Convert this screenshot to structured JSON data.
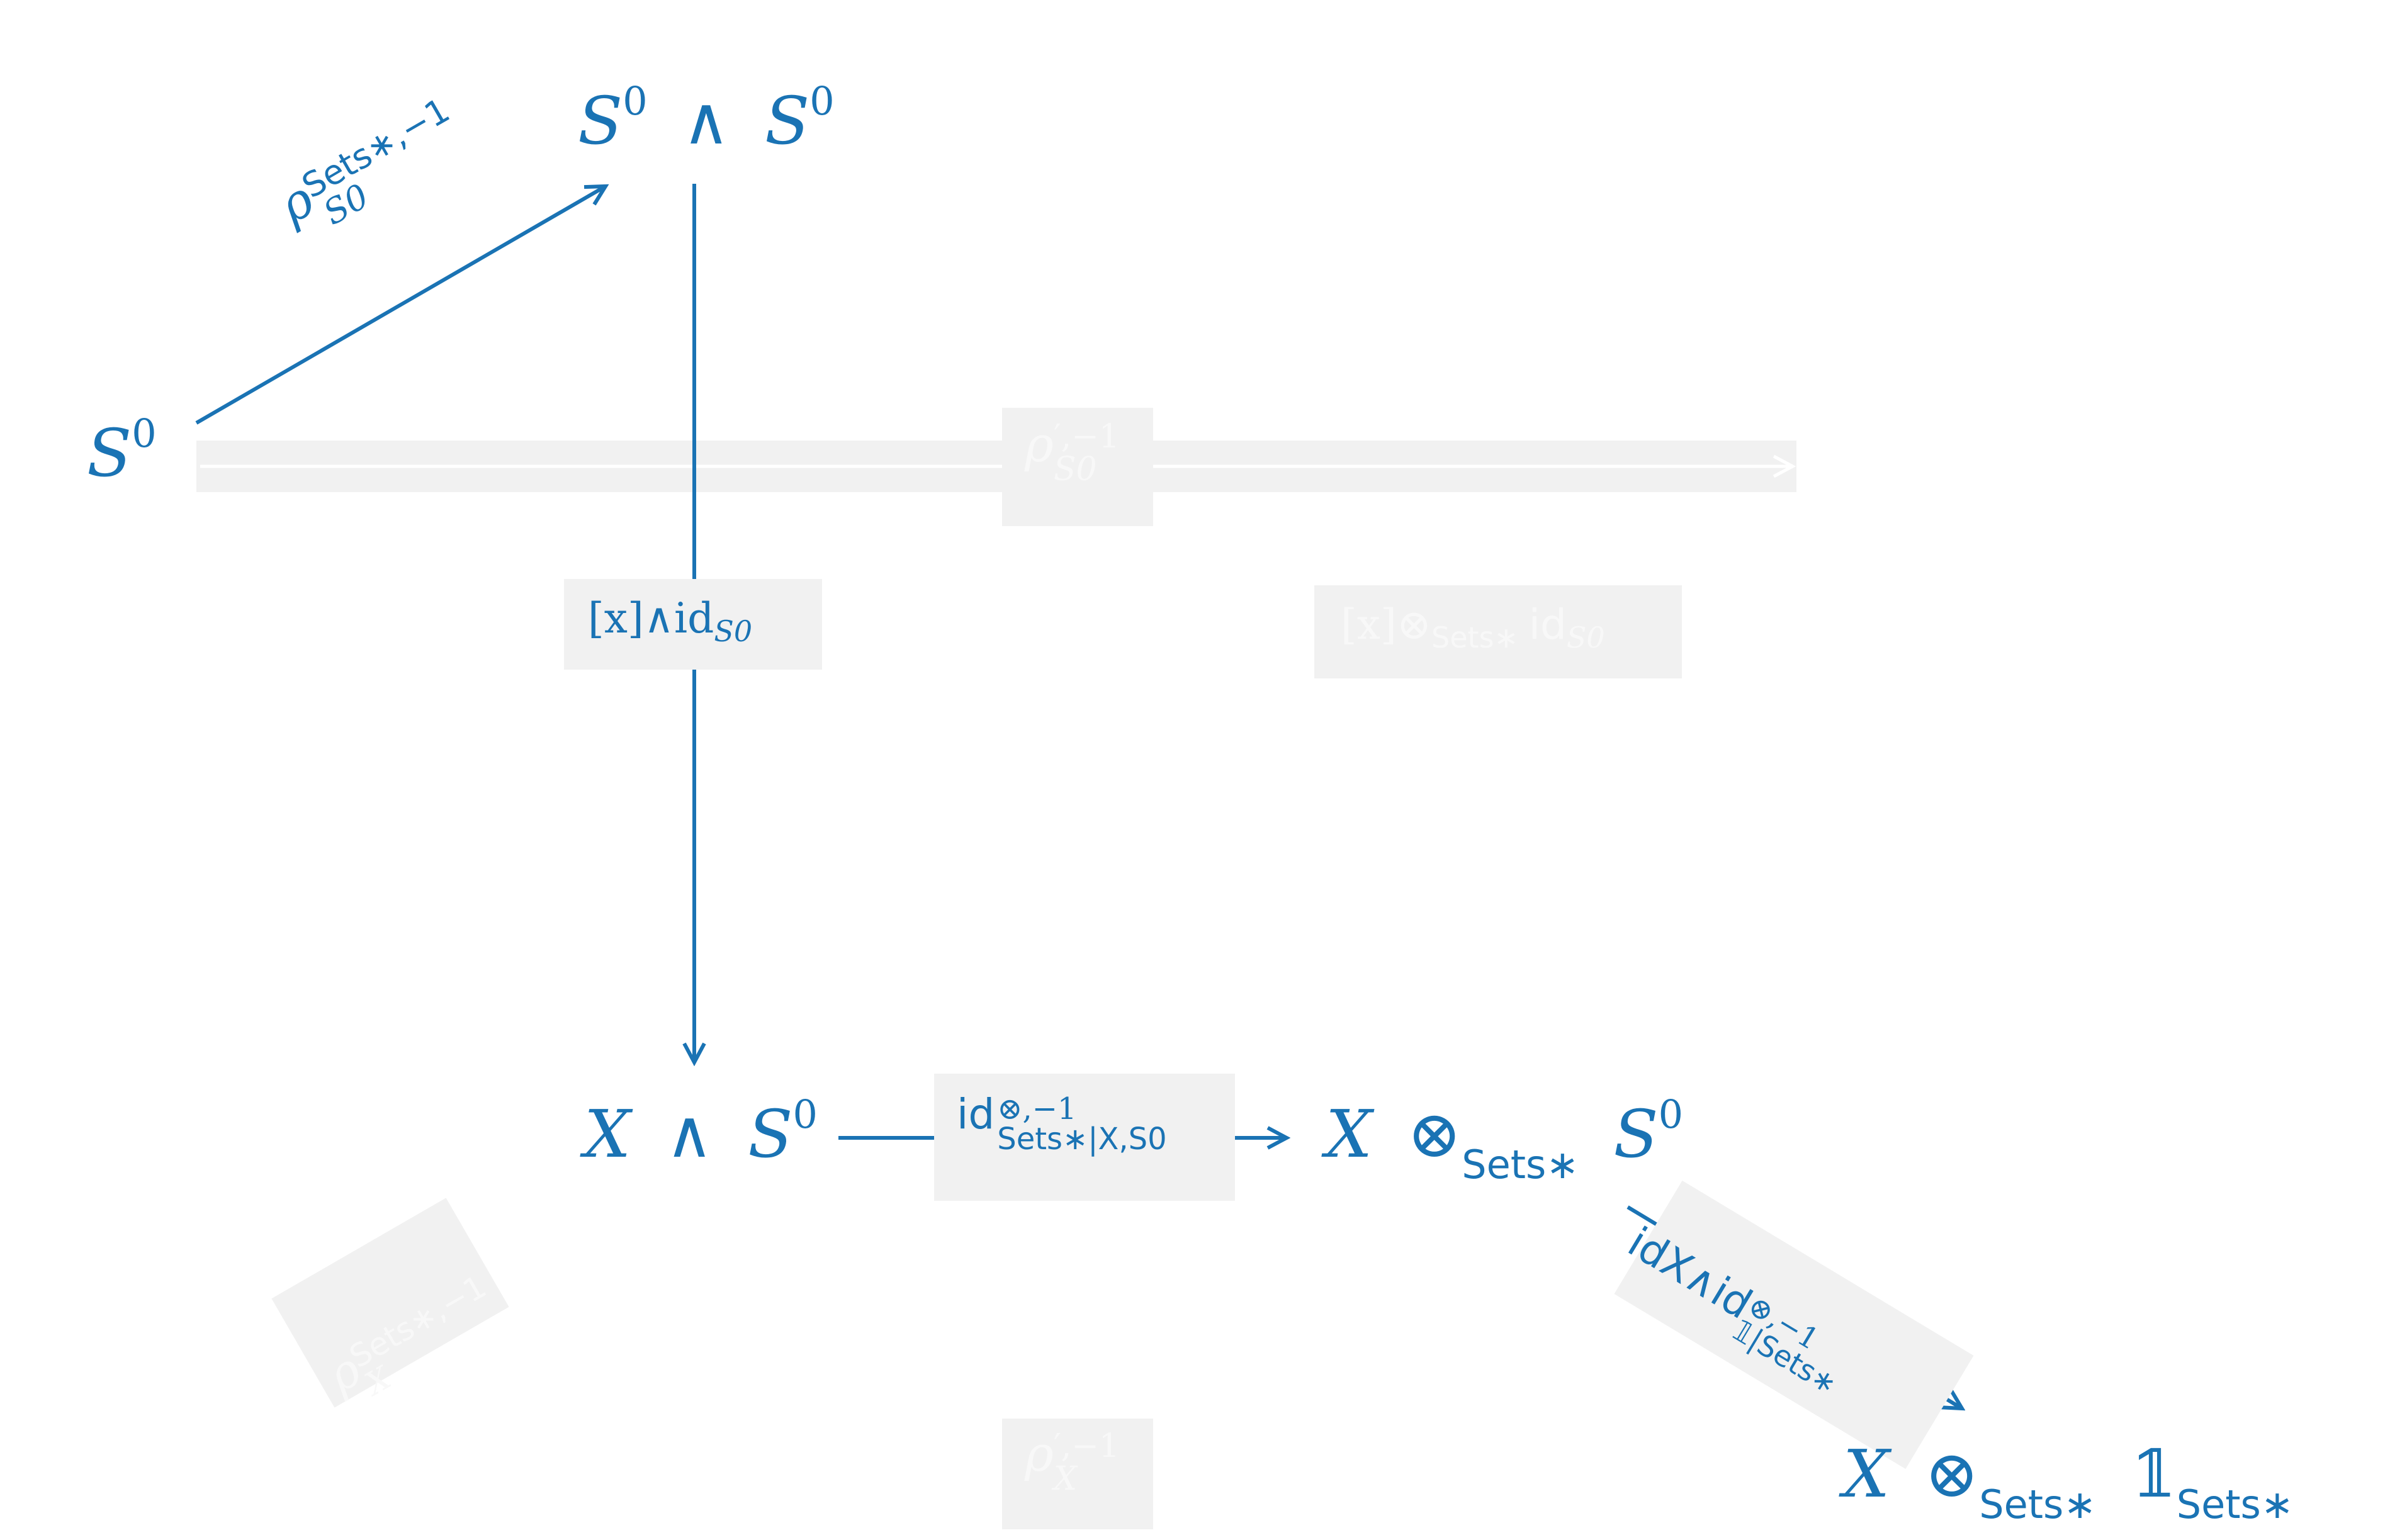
{
  "colors": {
    "accent": "#1a73b4",
    "faded_box": "#f1f1f1",
    "faded_text": "#f8f8f8"
  },
  "nodes": {
    "s0_left": {
      "base": "S",
      "sup": "0"
    },
    "s0_smash_s0": {
      "left": "S",
      "left_sup": "0",
      "op": "∧",
      "right": "S",
      "right_sup": "0"
    },
    "x_smash_s0": {
      "left": "X",
      "op": "∧",
      "right": "S",
      "right_sup": "0"
    },
    "x_tensor_s0": {
      "left": "X",
      "op": "⊗",
      "op_sub": "Sets∗",
      "right": "S",
      "right_sup": "0"
    },
    "x_tensor_unit": {
      "left": "X",
      "op": "⊗",
      "op_sub": "Sets∗",
      "right": "𝟙",
      "right_sub": "Sets∗"
    }
  },
  "arrows": {
    "rho_sets_s0": {
      "symbol": "ρ",
      "sub": "S0",
      "sup": "Sets∗,−1"
    },
    "rho_prime_s0": {
      "symbol": "ρ",
      "sub": "S0",
      "sup": "′,−1"
    },
    "x_wedge_id": {
      "text": "[x]∧id",
      "sub": "S0"
    },
    "x_tensor_id": {
      "text": "[x]⊗",
      "op_sub": "Sets∗",
      "id": "id",
      "sub": "S0"
    },
    "id_tensor_inverse": {
      "text": "id",
      "sup": "⊗,−1",
      "sub": "Sets∗|X,S0"
    },
    "idx_wedge_id": {
      "text": "idX∧id",
      "sup": "⊗,−1",
      "sub": "𝟙|Sets∗"
    },
    "rho_sets_x": {
      "symbol": "ρ",
      "sub": "X",
      "sup": "Sets∗,−1"
    },
    "rho_prime_x": {
      "symbol": "ρ",
      "sub": "X",
      "sup": "′,−1"
    }
  }
}
